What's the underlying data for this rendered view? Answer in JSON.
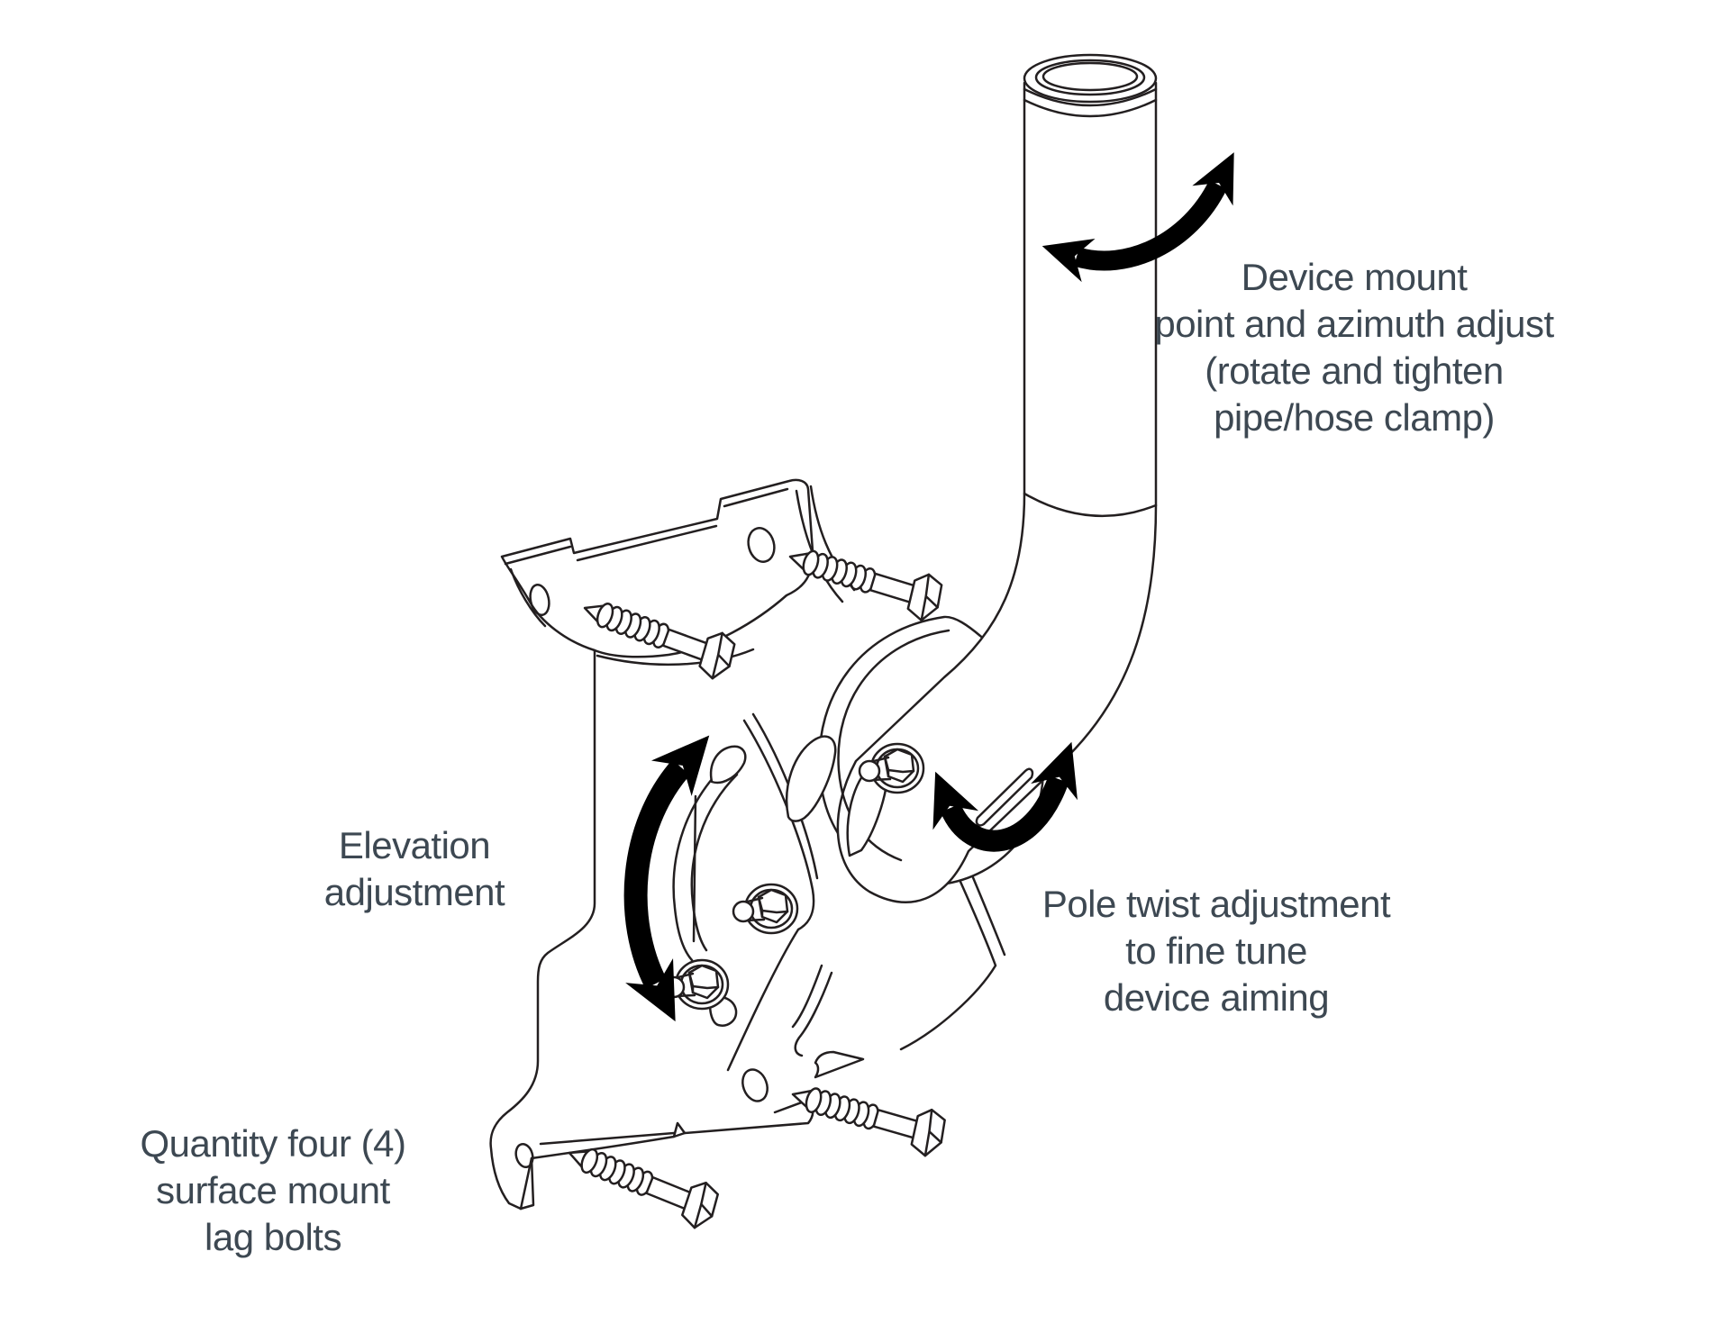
{
  "page": {
    "background": "#ffffff"
  },
  "illustration": {
    "line_color": "#231f20",
    "arrow_color": "#000000",
    "text_color": "#3d4852",
    "icons": [
      "azimuth-rotate-arrow-icon",
      "elevation-arrow-icon",
      "pole-twist-arrow-icon"
    ],
    "parts": [
      "mount-pole",
      "pole-clamp-saddle",
      "wall-bracket-plate",
      "elevation-slot",
      "pivot-bolt",
      "clamp-bolt",
      "surface-mount-lag-bolt",
      "base-flange"
    ]
  },
  "labels": {
    "device_mount": {
      "lines": [
        "Device mount",
        "point and azimuth adjust",
        "(rotate and tighten",
        "pipe/hose clamp)"
      ]
    },
    "elevation": {
      "lines": [
        "Elevation",
        "adjustment"
      ]
    },
    "pole_twist": {
      "lines": [
        "Pole twist adjustment",
        "to fine tune",
        "device aiming"
      ]
    },
    "lag_bolts": {
      "lines": [
        "Quantity four (4)",
        "surface mount",
        "lag bolts"
      ]
    }
  }
}
